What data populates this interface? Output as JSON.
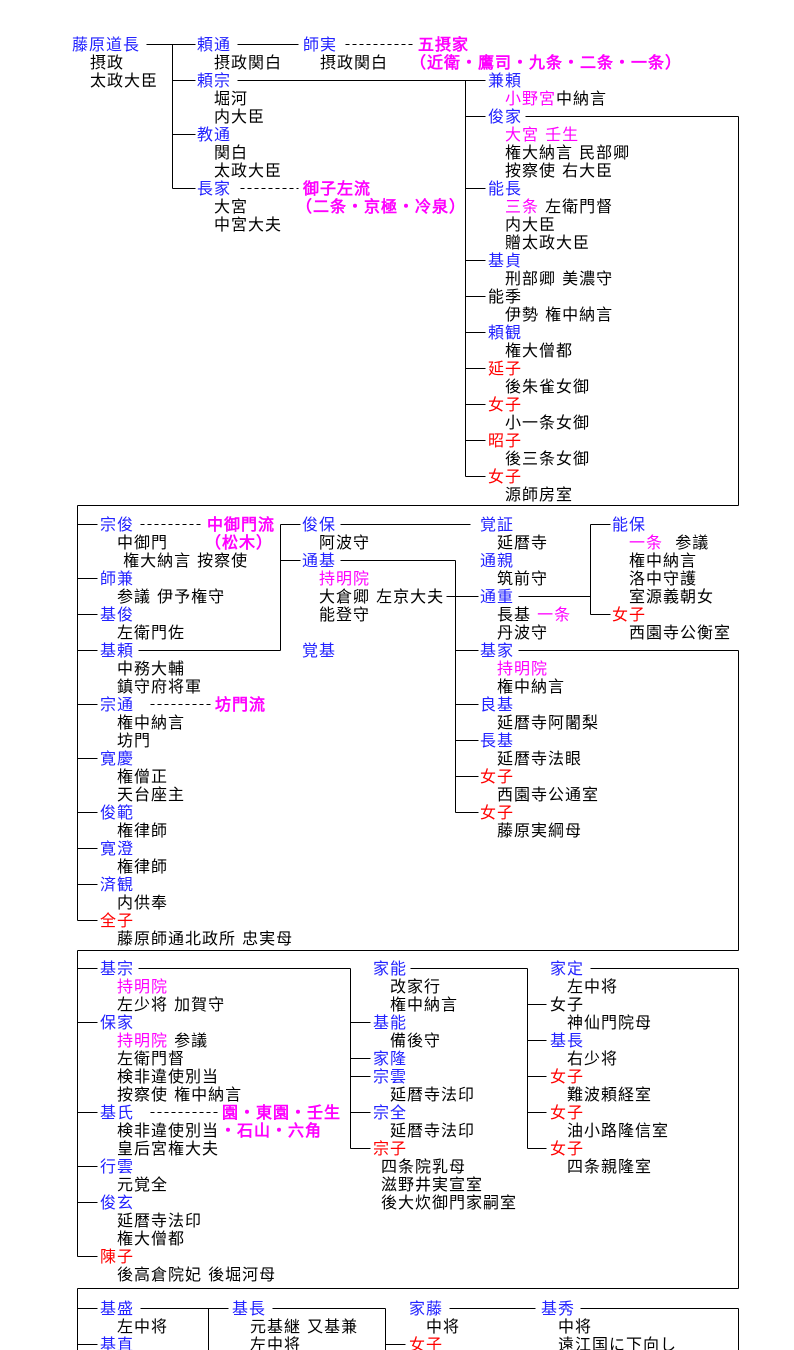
{
  "colors": {
    "blue": "#2222ff",
    "red": "#ff0000",
    "magenta": "#ff00ff",
    "black": "#000000",
    "line": "#000000"
  },
  "people": [
    {
      "id": "michinaga",
      "name": "藤原道長",
      "tone": "blue",
      "lines": [
        [
          "摂政"
        ],
        [
          "太政大臣"
        ]
      ]
    },
    {
      "id": "yorimichi",
      "name": "頼通",
      "tone": "blue",
      "lines": [
        [
          "摂政関白"
        ]
      ]
    },
    {
      "id": "morozane",
      "name": "師実",
      "tone": "blue",
      "lines": [
        [
          "摂政関白"
        ]
      ]
    },
    {
      "id": "yorimune",
      "name": "頼宗",
      "tone": "blue",
      "lines": [
        [
          "堀河"
        ],
        [
          "内大臣"
        ]
      ]
    },
    {
      "id": "norimichi",
      "name": "教通",
      "tone": "blue",
      "lines": [
        [
          "関白"
        ],
        [
          "太政大臣"
        ]
      ]
    },
    {
      "id": "nagaie",
      "name": "長家",
      "tone": "blue",
      "lines": [
        [
          "大宮"
        ],
        [
          "中宮大夫"
        ]
      ]
    },
    {
      "id": "kaneyori",
      "name": "兼頼",
      "tone": "blue",
      "lines": [
        [
          {
            "text": "小野宮",
            "tone": "magenta"
          },
          "中納言"
        ]
      ]
    },
    {
      "id": "toshiie",
      "name": "俊家",
      "tone": "blue",
      "lines": [
        [
          {
            "text": "大宮 壬生",
            "tone": "magenta"
          }
        ],
        [
          "権大納言 民部卿"
        ],
        [
          "按察使 右大臣"
        ]
      ]
    },
    {
      "id": "yoshinaga",
      "name": "能長",
      "tone": "blue",
      "lines": [
        [
          {
            "text": "三条",
            "tone": "magenta"
          },
          " 左衛門督"
        ],
        [
          "内大臣"
        ],
        [
          "贈太政大臣"
        ]
      ]
    },
    {
      "id": "motosada",
      "name": "基貞",
      "tone": "blue",
      "lines": [
        [
          "刑部卿 美濃守"
        ]
      ]
    },
    {
      "id": "yoshisue",
      "name": "能季",
      "tone": "black",
      "lines": [
        [
          "伊勢 権中納言"
        ]
      ]
    },
    {
      "id": "raikan",
      "name": "頼観",
      "tone": "blue",
      "lines": [
        [
          "権大僧都"
        ]
      ]
    },
    {
      "id": "enshi",
      "name": "延子",
      "tone": "red",
      "lines": [
        [
          "後朱雀女御"
        ]
      ]
    },
    {
      "id": "nyoshi1",
      "name": "女子",
      "tone": "red",
      "lines": [
        [
          "小一条女御"
        ]
      ]
    },
    {
      "id": "shoshi",
      "name": "昭子",
      "tone": "red",
      "lines": [
        [
          "後三条女御"
        ]
      ]
    },
    {
      "id": "nyoshi2",
      "name": "女子",
      "tone": "red",
      "lines": [
        [
          "源師房室"
        ]
      ]
    },
    {
      "id": "munetoshi",
      "name": "宗俊",
      "tone": "blue",
      "lines": [
        [
          "中御門"
        ],
        [
          " 権大納言 按察使"
        ]
      ]
    },
    {
      "id": "moroka",
      "name": "師兼",
      "tone": "blue",
      "lines": [
        [
          "参議 伊予権守"
        ]
      ]
    },
    {
      "id": "mototoshi",
      "name": "基俊",
      "tone": "blue",
      "lines": [
        [
          "左衛門佐"
        ]
      ]
    },
    {
      "id": "motoyori",
      "name": "基頼",
      "tone": "blue",
      "lines": [
        [
          "中務大輔"
        ],
        [
          "鎮守府将軍"
        ]
      ]
    },
    {
      "id": "munemichi",
      "name": "宗通",
      "tone": "blue",
      "lines": [
        [
          "権中納言"
        ],
        [
          "坊門"
        ]
      ]
    },
    {
      "id": "kankei",
      "name": "寛慶",
      "tone": "blue",
      "lines": [
        [
          "権僧正"
        ],
        [
          "天台座主"
        ]
      ]
    },
    {
      "id": "shunhan",
      "name": "俊範",
      "tone": "blue",
      "lines": [
        [
          "権律師"
        ]
      ]
    },
    {
      "id": "kancho",
      "name": "寛澄",
      "tone": "blue",
      "lines": [
        [
          "権律師"
        ]
      ]
    },
    {
      "id": "saikan",
      "name": "済観",
      "tone": "blue",
      "lines": [
        [
          "内供奉"
        ]
      ]
    },
    {
      "id": "zenshi",
      "name": "全子",
      "tone": "red",
      "lines": [
        [
          "藤原師通北政所 忠実母"
        ]
      ]
    },
    {
      "id": "toshiyasu",
      "name": "俊保",
      "tone": "blue",
      "lines": [
        [
          "阿波守"
        ]
      ]
    },
    {
      "id": "michimoto",
      "name": "通基",
      "tone": "blue",
      "lines": [
        [
          {
            "text": "持明院",
            "tone": "magenta"
          }
        ],
        [
          "大倉卿 左京大夫"
        ],
        [
          "能登守"
        ]
      ]
    },
    {
      "id": "kakuki",
      "name": "覚基",
      "tone": "blue",
      "lines": []
    },
    {
      "id": "kakusho",
      "name": "覚証",
      "tone": "blue",
      "lines": [
        [
          "延暦寺"
        ]
      ]
    },
    {
      "id": "michichika",
      "name": "通親",
      "tone": "blue",
      "lines": [
        [
          "筑前守"
        ]
      ]
    },
    {
      "id": "michishige",
      "name": "通重",
      "tone": "blue",
      "lines": [
        [
          "長基 ",
          {
            "text": "一条",
            "tone": "magenta"
          }
        ],
        [
          "丹波守"
        ]
      ]
    },
    {
      "id": "motoie",
      "name": "基家",
      "tone": "blue",
      "lines": [
        [
          {
            "text": "持明院",
            "tone": "magenta"
          }
        ],
        [
          "権中納言"
        ]
      ]
    },
    {
      "id": "yoshimoto",
      "name": "良基",
      "tone": "blue",
      "lines": [
        [
          "延暦寺阿闍梨"
        ]
      ]
    },
    {
      "id": "nagamoto",
      "name": "長基",
      "tone": "blue",
      "lines": [
        [
          "延暦寺法眼"
        ]
      ]
    },
    {
      "id": "nyoshi3",
      "name": "女子",
      "tone": "red",
      "lines": [
        [
          "西園寺公通室"
        ]
      ]
    },
    {
      "id": "nyoshi4",
      "name": "女子",
      "tone": "red",
      "lines": [
        [
          "藤原実綱母"
        ]
      ]
    },
    {
      "id": "yoshiyasu",
      "name": "能保",
      "tone": "blue",
      "lines": [
        [
          {
            "text": "一条",
            "tone": "magenta"
          },
          "  参議"
        ],
        [
          "権中納言"
        ],
        [
          "洛中守護"
        ],
        [
          "室源義朝女"
        ]
      ]
    },
    {
      "id": "nyoshi5",
      "name": "女子",
      "tone": "red",
      "lines": [
        [
          "西園寺公衡室"
        ]
      ]
    },
    {
      "id": "motomune",
      "name": "基宗",
      "tone": "blue",
      "lines": [
        [
          {
            "text": "持明院",
            "tone": "magenta"
          }
        ],
        [
          "左少将 加賀守"
        ]
      ]
    },
    {
      "id": "yasuie",
      "name": "保家",
      "tone": "blue",
      "lines": [
        [
          {
            "text": "持明院",
            "tone": "magenta"
          },
          " 参議"
        ],
        [
          "左衛門督"
        ],
        [
          "検非違使別当"
        ],
        [
          "按察使 権中納言"
        ]
      ]
    },
    {
      "id": "motouji",
      "name": "基氏",
      "tone": "blue",
      "lines": [
        [
          "検非違使別当"
        ],
        [
          "皇后宮権大夫"
        ]
      ]
    },
    {
      "id": "gyoun",
      "name": "行雲",
      "tone": "blue",
      "lines": [
        [
          "元覚全"
        ]
      ]
    },
    {
      "id": "shungen",
      "name": "俊玄",
      "tone": "blue",
      "lines": [
        [
          "延暦寺法印"
        ],
        [
          "権大僧都"
        ]
      ]
    },
    {
      "id": "chinshi",
      "name": "陳子",
      "tone": "red",
      "lines": [
        [
          "後高倉院妃 後堀河母"
        ]
      ]
    },
    {
      "id": "ieyoshi",
      "name": "家能",
      "tone": "blue",
      "lines": [
        [
          "改家行"
        ],
        [
          "権中納言"
        ]
      ]
    },
    {
      "id": "motoyoshi",
      "name": "基能",
      "tone": "blue",
      "lines": [
        [
          "備後守"
        ]
      ]
    },
    {
      "id": "ietaka",
      "name": "家隆",
      "tone": "blue",
      "lines": []
    },
    {
      "id": "muneun",
      "name": "宗雲",
      "tone": "blue",
      "lines": [
        [
          "延暦寺法印"
        ]
      ]
    },
    {
      "id": "munezen",
      "name": "宗全",
      "tone": "blue",
      "lines": [
        [
          "延暦寺法印"
        ]
      ]
    },
    {
      "id": "muneko",
      "name": "宗子",
      "tone": "red",
      "lines": [
        [
          "四条院乳母"
        ],
        [
          "滋野井実宣室"
        ],
        [
          "後大炊御門家嗣室"
        ]
      ]
    },
    {
      "id": "iesada",
      "name": "家定",
      "tone": "blue",
      "lines": [
        [
          "左中将"
        ]
      ]
    },
    {
      "id": "nyoshi6",
      "name": "女子",
      "tone": "black",
      "lines": [
        [
          "神仙門院母"
        ]
      ]
    },
    {
      "id": "motonaga2",
      "name": "基長",
      "tone": "blue",
      "lines": [
        [
          "右少将"
        ]
      ]
    },
    {
      "id": "nyoshi7",
      "name": "女子",
      "tone": "red",
      "lines": [
        [
          "難波頼経室"
        ]
      ]
    },
    {
      "id": "nyoshi8",
      "name": "女子",
      "tone": "red",
      "lines": [
        [
          "油小路隆信室"
        ]
      ]
    },
    {
      "id": "nyoshi9",
      "name": "女子",
      "tone": "red",
      "lines": [
        [
          "四条親隆室"
        ]
      ]
    },
    {
      "id": "motomori",
      "name": "基盛",
      "tone": "blue",
      "lines": [
        [
          "左中将"
        ]
      ]
    },
    {
      "id": "motonao",
      "name": "基直",
      "tone": "blue",
      "lines": []
    },
    {
      "id": "motonaga3",
      "name": "基長",
      "tone": "blue",
      "lines": [
        [
          "元基継 又基兼"
        ],
        [
          "左中将"
        ]
      ]
    },
    {
      "id": "ieto",
      "name": "家藤",
      "tone": "blue",
      "lines": [
        [
          "中将"
        ]
      ]
    },
    {
      "id": "nyoshi10",
      "name": "女子",
      "tone": "red",
      "lines": []
    },
    {
      "id": "motohide",
      "name": "基秀",
      "tone": "blue",
      "lines": [
        [
          "中将"
        ],
        [
          "遠江国に下向し"
        ]
      ]
    }
  ],
  "branch_labels": [
    {
      "id": "gosekke",
      "text": "五摂家"
    },
    {
      "id": "gosekke_sub",
      "text": "（近衛・鷹司・九条・二条・一条）"
    },
    {
      "id": "mikohidari",
      "text": "御子左流"
    },
    {
      "id": "mikohidari_sub",
      "text": "（二条・京極・冷泉）"
    },
    {
      "id": "nakamikado",
      "text": "中御門流"
    },
    {
      "id": "nakamikado_sub",
      "text": "（松木）"
    },
    {
      "id": "bomon",
      "text": "坊門流"
    },
    {
      "id": "sono",
      "text": "園・東園・壬生"
    },
    {
      "id": "sono_sub",
      "text": "・石山・六角"
    }
  ]
}
